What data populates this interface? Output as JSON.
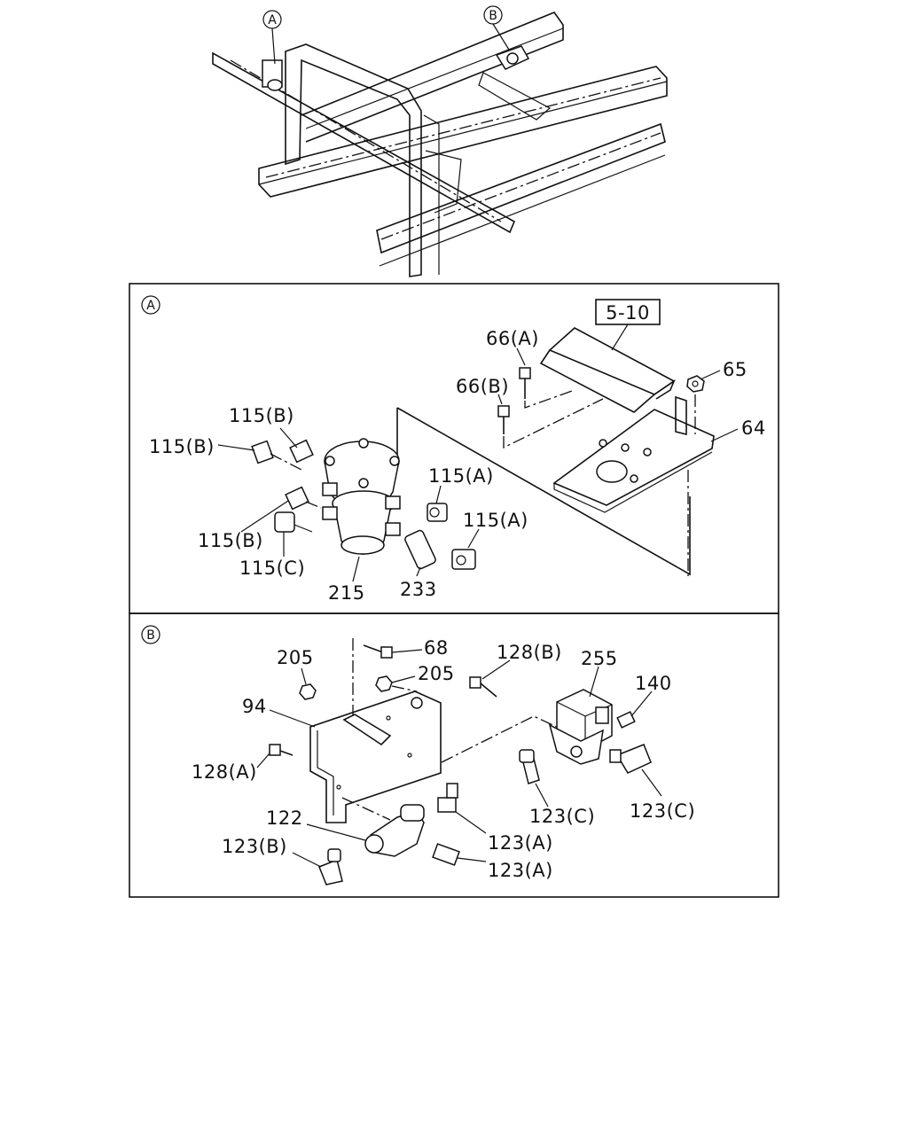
{
  "sections": {
    "a": {
      "marker": "A"
    },
    "b": {
      "marker": "B"
    }
  },
  "overview": {
    "callout_a": "A",
    "callout_b": "B"
  },
  "labels_a": {
    "ref_box": "5-10",
    "p66a": "66(A)",
    "p66b": "66(B)",
    "p65": "65",
    "p64": "64",
    "p115b_top": "115(B)",
    "p115b_left": "115(B)",
    "p115a_top": "115(A)",
    "p115a_bottom": "115(A)",
    "p115b_bottom": "115(B)",
    "p115c": "115(C)",
    "p215": "215",
    "p233": "233"
  },
  "labels_b": {
    "p205_left": "205",
    "p68": "68",
    "p205_right": "205",
    "p128b": "128(B)",
    "p255": "255",
    "p140": "140",
    "p94": "94",
    "p128a": "128(A)",
    "p122": "122",
    "p123c_left": "123(C)",
    "p123c_right": "123(C)",
    "p123a_top": "123(A)",
    "p123a_bottom": "123(A)",
    "p123b": "123(B)"
  }
}
